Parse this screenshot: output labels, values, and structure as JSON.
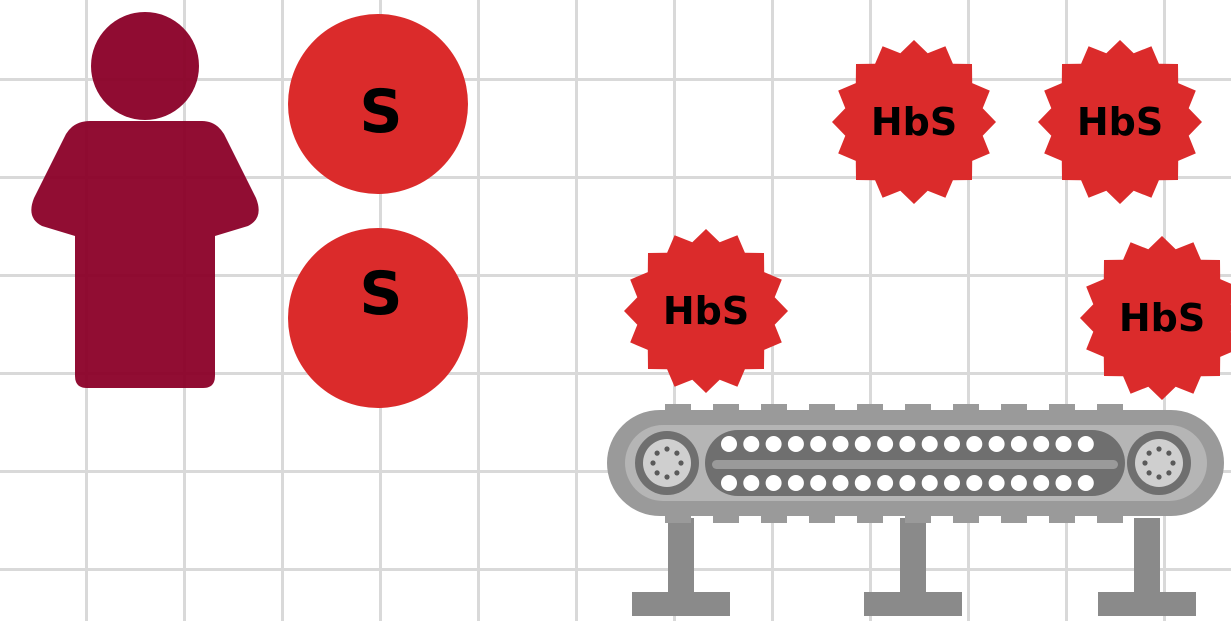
{
  "colors": {
    "person": "#8b0028",
    "gene_circle": "#db2b2b",
    "protein": "#db2b2b",
    "label_text": "#000000",
    "conveyor_dark": "#6f6f6f",
    "conveyor_mid": "#9a9a9a",
    "conveyor_light": "#b5b5b5",
    "grid": "#d9d9d9"
  },
  "person": {
    "icon": "person-icon"
  },
  "alleles": [
    {
      "label": "S"
    },
    {
      "label": "S"
    }
  ],
  "proteins": [
    {
      "label": "HbS"
    },
    {
      "label": "HbS"
    },
    {
      "label": "HbS"
    },
    {
      "label": "HbS"
    }
  ],
  "machine": {
    "icon": "conveyor-belt-icon"
  }
}
